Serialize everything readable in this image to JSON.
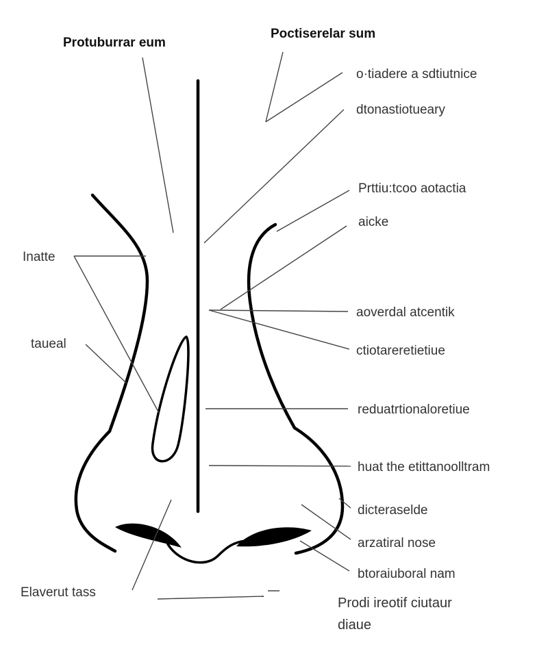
{
  "titles": {
    "left": "Protuburrar eum",
    "right": "Poctiserelar sum"
  },
  "right_labels": [
    "o·tiadere a sdtiutnice",
    "dtonastiotueary",
    "Prttiu:tcoo aotactia",
    "aicke",
    "aoverdal atcentik",
    "ctiotareretietiue",
    "reduatrtionaloretiue",
    "huat the etittanoolltram",
    "dicteraselde",
    "arzatiral nose",
    "btoraiuboral nam"
  ],
  "left_labels": {
    "inatte": "Inatte",
    "taueal": "taueal",
    "bottom": "Elaverut tass"
  },
  "bottom_right": {
    "line1": "Prodi ireotif ciutaur",
    "line2": "diaue"
  }
}
